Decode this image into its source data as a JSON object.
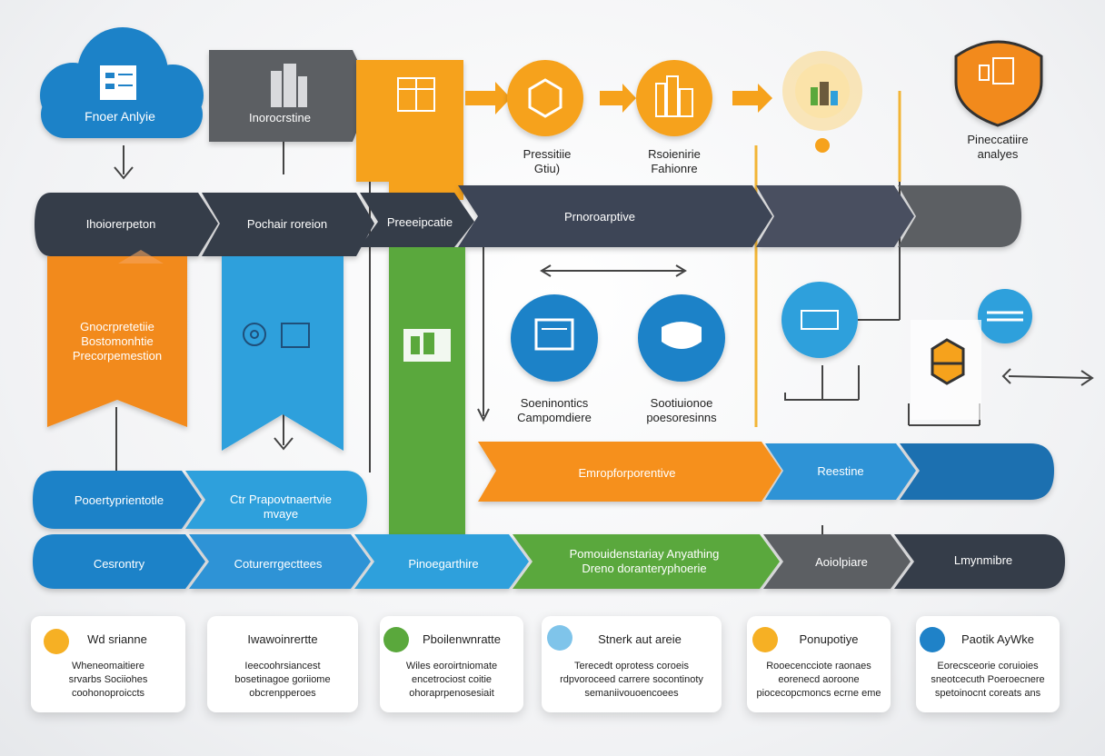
{
  "colors": {
    "dark": "#353c4a",
    "gray": "#5c5f64",
    "orange": "#f28a1b",
    "yellow": "#f6a21c",
    "blue": "#1f82c8",
    "lightblue": "#2ea0dc",
    "green": "#5aa83c"
  },
  "top": {
    "cloud_label": "Fnoer Anlyie",
    "building_label": "Inorocrstine",
    "node1_label": "Pressitiie\nGtiu)",
    "node2_label": "Rsoienirie\nFahionre",
    "shield_label": "Pineccatiire\nanalyes"
  },
  "band1": {
    "seg1": "Ihoiorerpeton",
    "seg2": "Pochair roreion",
    "seg3": "Preeeipcatie",
    "seg4": "Prnoroarptive"
  },
  "middle": {
    "orange_banner": "Gnocrpretetiie\nBostomonhtie\nPrecorpemestion",
    "circle1_label": "Soeninontics\nCampomdiere",
    "circle2_label": "Sootiuionoe\npoesoresinns"
  },
  "band2": {
    "seg1": "Emropforporentive",
    "seg2": "Reestine"
  },
  "left_band": {
    "seg1": "Pooertyprientotle",
    "seg2": "Ctr Prapovtnaertvie\nmvaye"
  },
  "bottom_band": {
    "seg1": "Cesrontry",
    "seg2": "Coturerrgecttees",
    "seg3": "Pinoegarthire",
    "seg4": "Pomouidenstariay Anyathing\nDreno doranteryphoerie",
    "seg5": "Aoiolpiare",
    "seg6": "Lmynmibre"
  },
  "cards": [
    {
      "title": "Wd srianne",
      "body": "Wheneomaitiere\nsrvarbs Sociiohes\ncoohonoproiccts",
      "dot": "#f6b024"
    },
    {
      "title": "Iwawoinrertte",
      "body": "Ieecoohrsiancest\nbosetinagoe goriiome\nobcrenpperoes",
      "dot": ""
    },
    {
      "title": "Pboilenwnratte",
      "body": "Wiles eoroirtniomate\nencetrociost coitie\nohoraprpenosesiait",
      "dot": "#5aa83c"
    },
    {
      "title": "Stnerk aut areie",
      "body": "Terecedt oprotess coroeis\nrdpvoroceed carrere socontinoty\nsemaniivouoencoees",
      "dot": "#7fc4ea"
    },
    {
      "title": "Ponupotiye",
      "body": "Rooecencciote raonaes\neorenecd aoroone\npiocecopcmoncs ecrne eme",
      "dot": "#f6b024"
    },
    {
      "title": "Paotik AyWke",
      "body": "Eorecsceorie coruioies\nsneotcecuth Poeroecnere\nspetoinocnt coreats ans",
      "dot": "#1f82c8"
    }
  ]
}
